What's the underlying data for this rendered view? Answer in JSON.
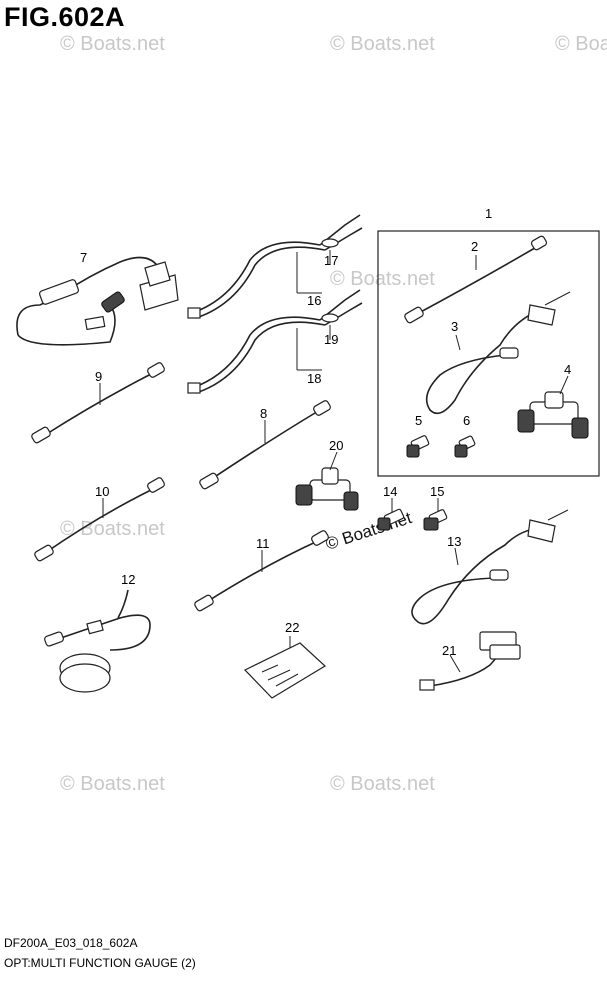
{
  "figure": {
    "title": "FIG.602A"
  },
  "footer": {
    "code": "DF200A_E03_018_602A",
    "description": "OPT:MULTI FUNCTION GAUGE (2)"
  },
  "watermark": {
    "text": "© Boats.net",
    "primary_text": "© Boats.net"
  },
  "callouts": [
    "1",
    "2",
    "3",
    "4",
    "5",
    "6",
    "7",
    "8",
    "9",
    "10",
    "11",
    "12",
    "13",
    "14",
    "15",
    "16",
    "17",
    "18",
    "19",
    "20",
    "21",
    "22"
  ]
}
